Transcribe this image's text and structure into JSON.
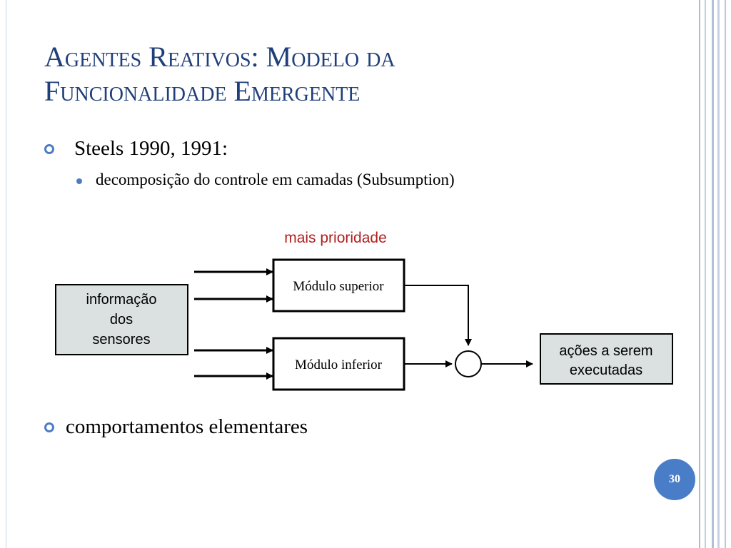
{
  "slide": {
    "title_line1": "Agentes Reativos: Modelo da",
    "title_line2": "Funcionalidade Emergente",
    "bullets": [
      {
        "text": "Steels 1990, 1991:"
      },
      {
        "text": "decomposição do controle em camadas (Subsumption)"
      },
      {
        "text": "comportamentos elementares"
      }
    ],
    "page_number": "30"
  },
  "diagram": {
    "priority_label": "mais prioridade",
    "sensors_box": [
      "informação",
      "dos",
      "sensores"
    ],
    "upper_module": "Módulo superior",
    "lower_module": "Módulo inferior",
    "actions_box": [
      "ações a serem",
      "executadas"
    ],
    "colors": {
      "box_fill": "#dbe1e1",
      "priority_text": "#b02020",
      "bullet": "#4d7cc4",
      "title": "#1f3f7a"
    }
  }
}
